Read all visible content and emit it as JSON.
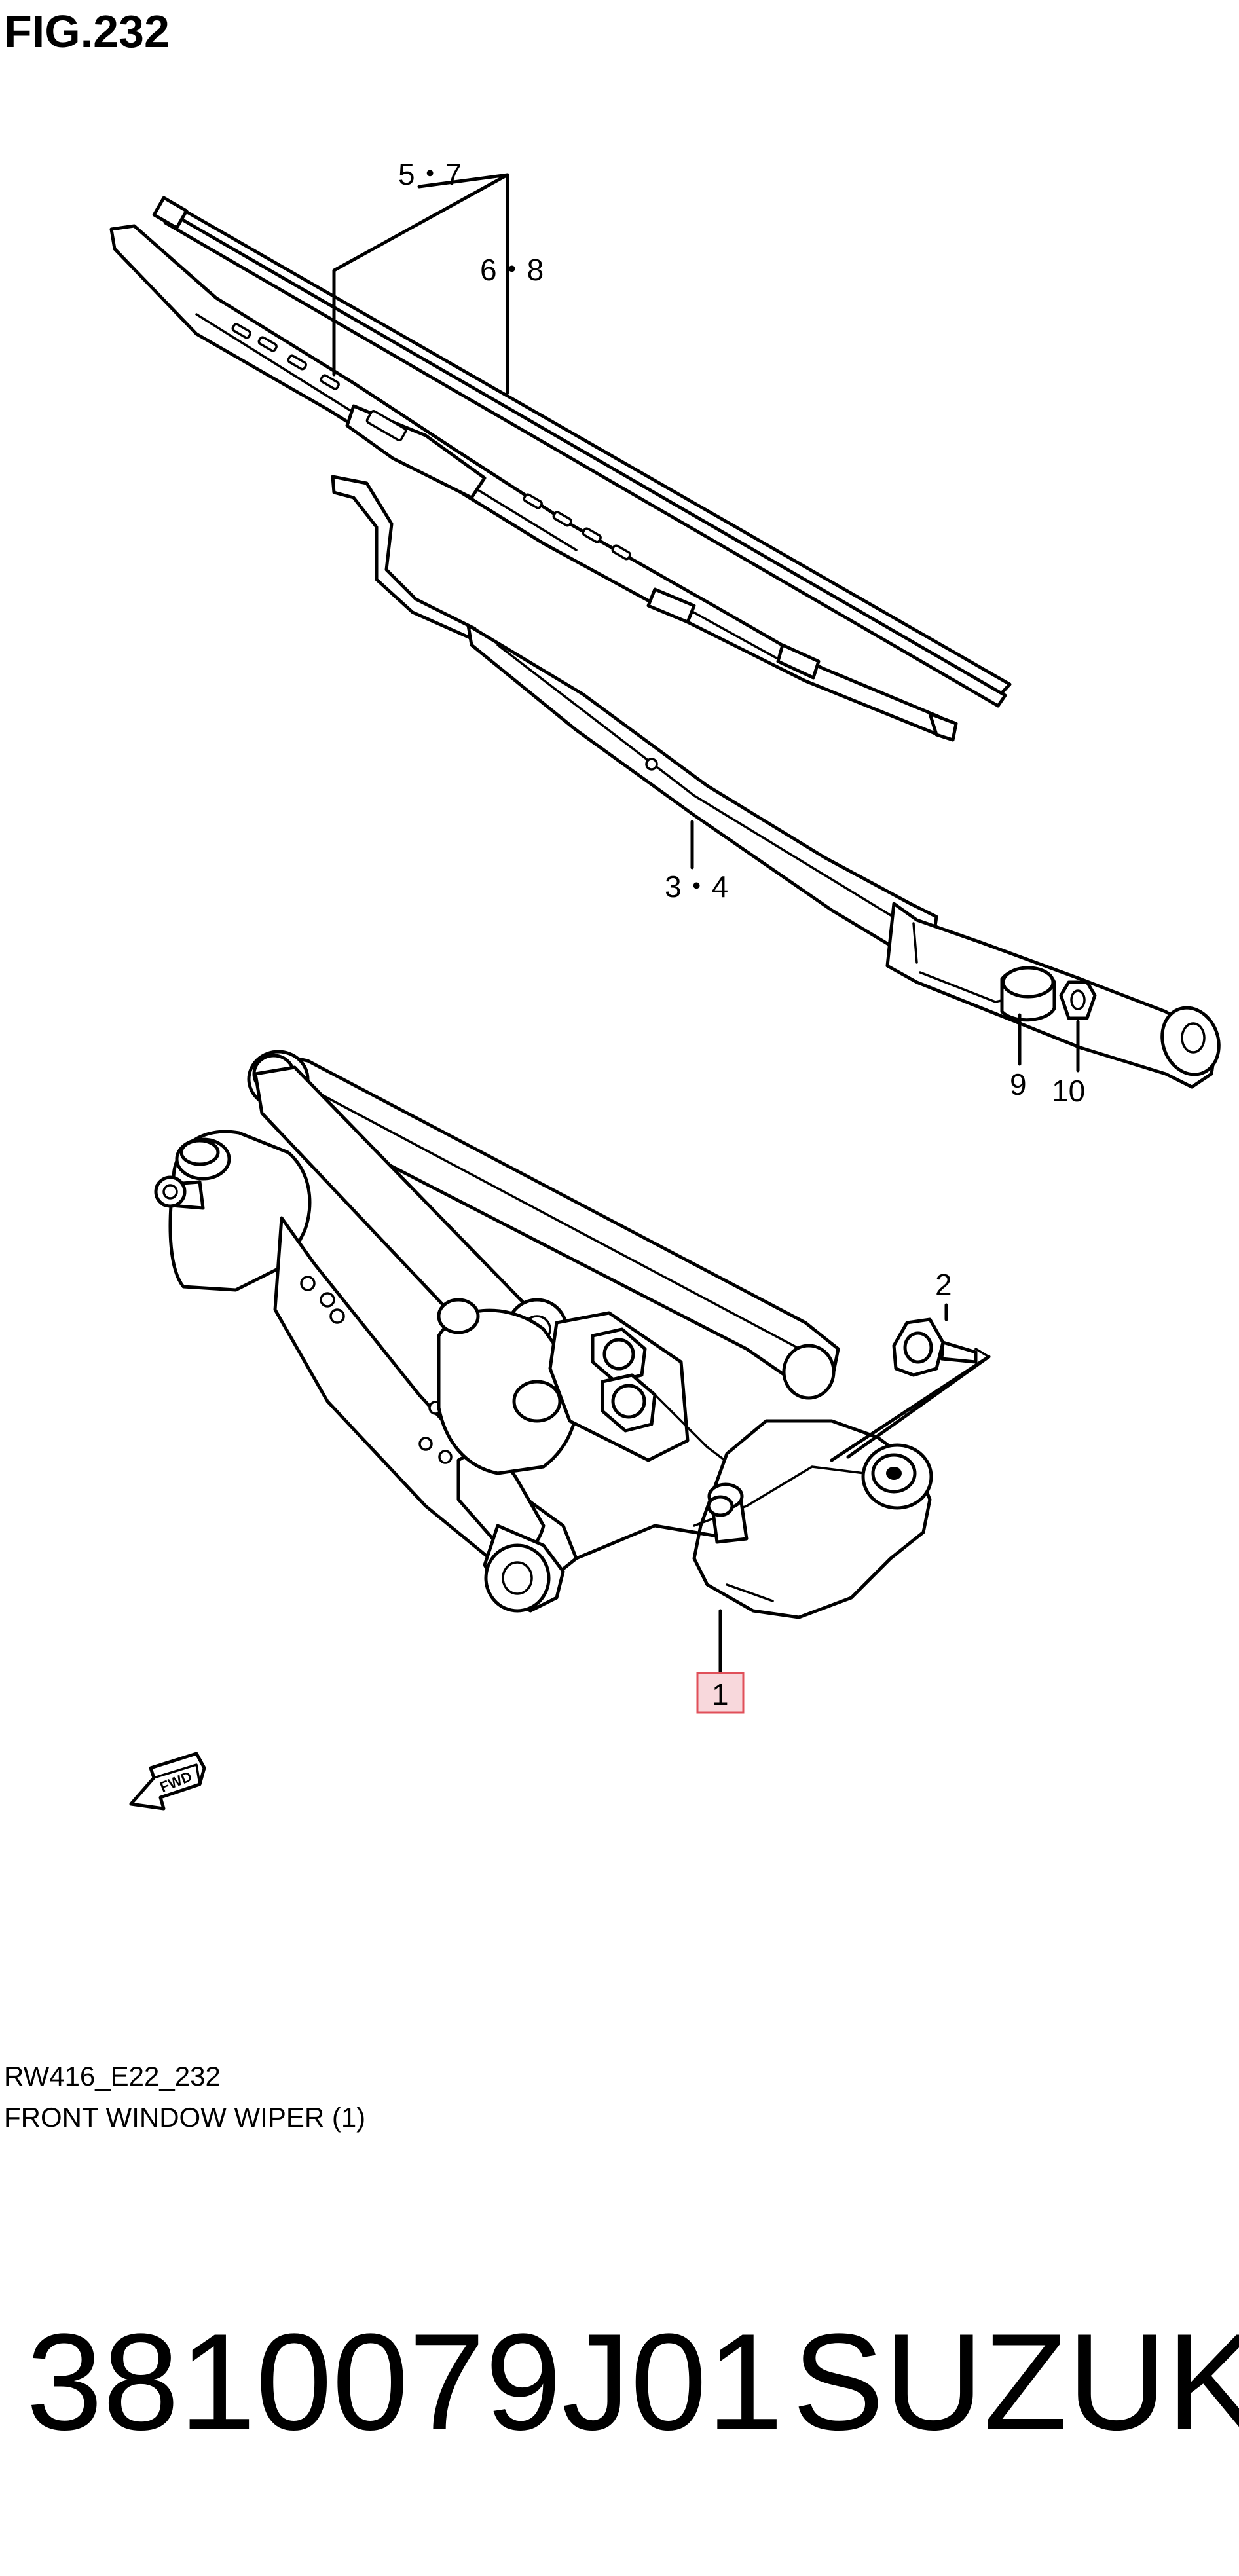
{
  "figure": {
    "title": "FIG.232",
    "code": "RW416_E22_232",
    "caption": "FRONT WINDOW WIPER (1)"
  },
  "callouts": {
    "c_5_7": "5・7",
    "c_6_8": "6・8",
    "c_3_4": "3・4",
    "c_9": "9",
    "c_10": "10",
    "c_2": "2",
    "c_1": "1"
  },
  "direction_label": "FWD",
  "footer": {
    "part_number": "3810079J01",
    "brand": "SUZUKI"
  },
  "colors": {
    "highlight_fill": "#f8d8dc",
    "highlight_stroke": "#e0505a"
  }
}
